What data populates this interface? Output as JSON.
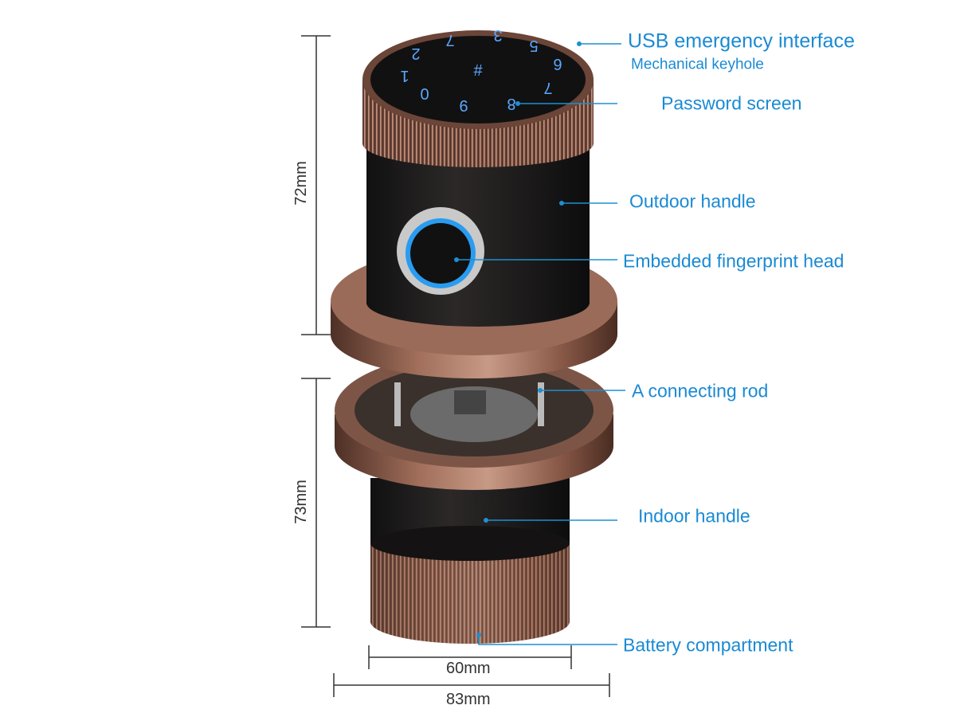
{
  "callouts": {
    "usb": "USB emergency interface",
    "keyhole": "Mechanical keyhole",
    "password": "Password screen",
    "outdoor": "Outdoor handle",
    "fingerprint": "Embedded fingerprint head",
    "rod": "A connecting rod",
    "indoor": "Indoor handle",
    "battery": "Battery compartment"
  },
  "dimensions": {
    "outdoor_height": "72mm",
    "indoor_height": "73mm",
    "knob_width": "60mm",
    "rosette_width": "83mm"
  },
  "keypad": [
    "3",
    "7",
    "5",
    "2",
    "#",
    "6",
    "1",
    "7",
    "0",
    "9",
    "8"
  ],
  "colors": {
    "accent": "#1a8ad4",
    "bronze": "#8a5a48",
    "body": "#1c1a1a"
  }
}
